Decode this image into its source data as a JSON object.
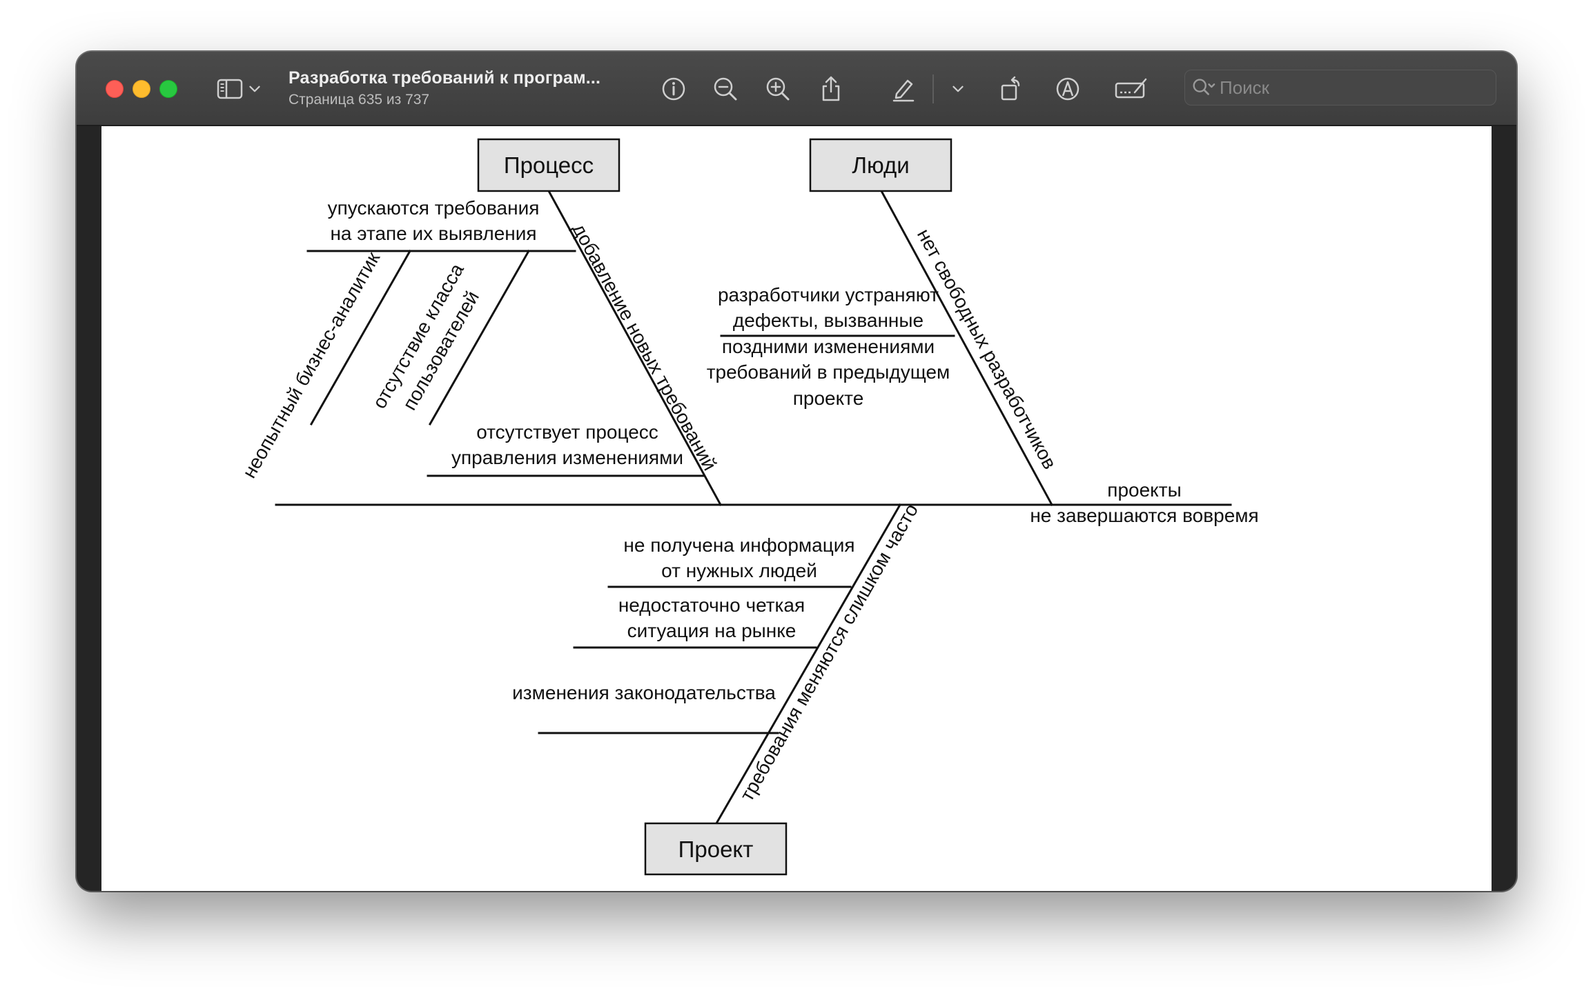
{
  "window": {
    "title": "Разработка требований к програм...",
    "subtitle": "Страница 635 из 737"
  },
  "toolbar": {
    "icons": [
      "sidebar-icon",
      "chevron-down-icon",
      "info-icon",
      "zoom-out-icon",
      "zoom-in-icon",
      "share-icon",
      "highlight-pen-icon",
      "chevron-down-icon",
      "rotate-icon",
      "markup-icon",
      "signature-icon"
    ],
    "search": {
      "placeholder": "Поиск",
      "value": ""
    }
  },
  "diagram": {
    "categories": {
      "process": "Процесс",
      "people": "Люди",
      "project": "Проект"
    },
    "effect": {
      "line1": "проекты",
      "line2": "не завершаются вовремя"
    },
    "process_causes": {
      "main": "добавление новых требований",
      "missed_line1": "упускаются требования",
      "missed_line2": "на этапе их выявления",
      "analyst": "неопытный бизнес-аналитик",
      "user_class_line1": "отсутствие класса",
      "user_class_line2": "пользователей",
      "change_line1": "отсутствует процесс",
      "change_line2": "управления изменениями"
    },
    "people_causes": {
      "main": "нет свободных разработчиков",
      "devs_line1": "разработчики устраняют",
      "devs_line2": "дефекты, вызванные",
      "devs_line3": "поздними изменениями",
      "devs_line4": "требований в предыдущем",
      "devs_line5": "проекте"
    },
    "project_causes": {
      "main": "требования меняются слишком часто",
      "info_line1": "не получена информация",
      "info_line2": "от нужных людей",
      "market_line1": "недостаточно четкая",
      "market_line2": "ситуация на рынке",
      "law": "изменения законодательства"
    }
  }
}
